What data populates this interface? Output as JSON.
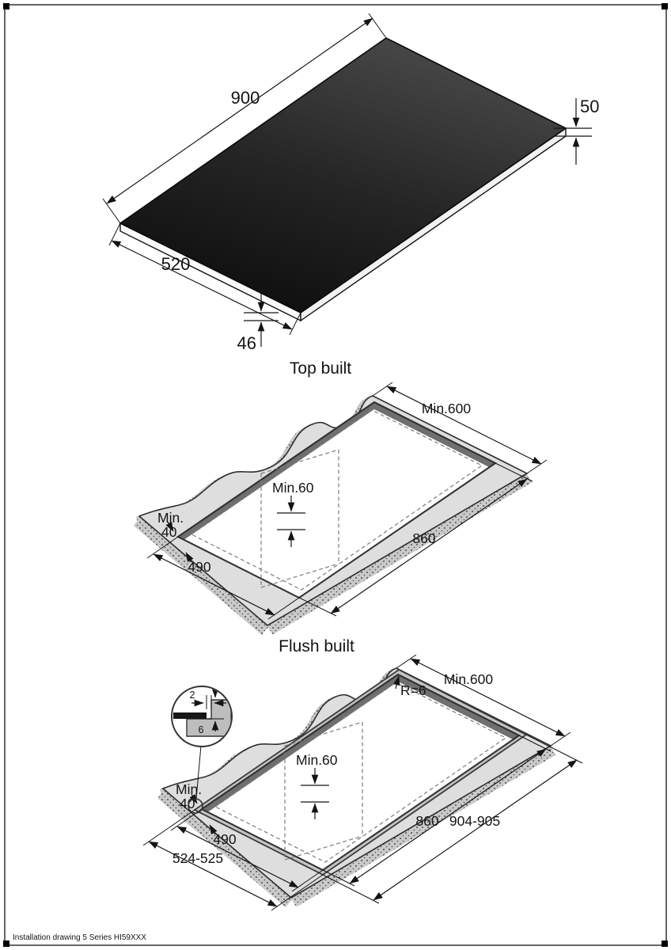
{
  "page": {
    "footer_text": "Installation drawing 5 Series HI59XXX"
  },
  "overview": {
    "width": "900",
    "thickness_right": "50",
    "depth": "520",
    "height_front": "46"
  },
  "top_built": {
    "title": "Top built",
    "worktop_depth": "Min.600",
    "clearance_below": "Min.60",
    "front_clearance_line1": "Min.",
    "front_clearance_line2": "40",
    "cutout_depth": "490",
    "cutout_width": "860"
  },
  "flush_built": {
    "title": "Flush built",
    "corner_radius": "R=6",
    "worktop_depth": "Min.600",
    "clearance_below": "Min.60",
    "front_clearance_line1": "Min.",
    "front_clearance_line2": "40",
    "cutout_depth": "490",
    "cutout_width": "860",
    "recess_width": "904-905",
    "recess_depth": "524-525",
    "detail_gap": "2",
    "detail_depth": "6"
  }
}
